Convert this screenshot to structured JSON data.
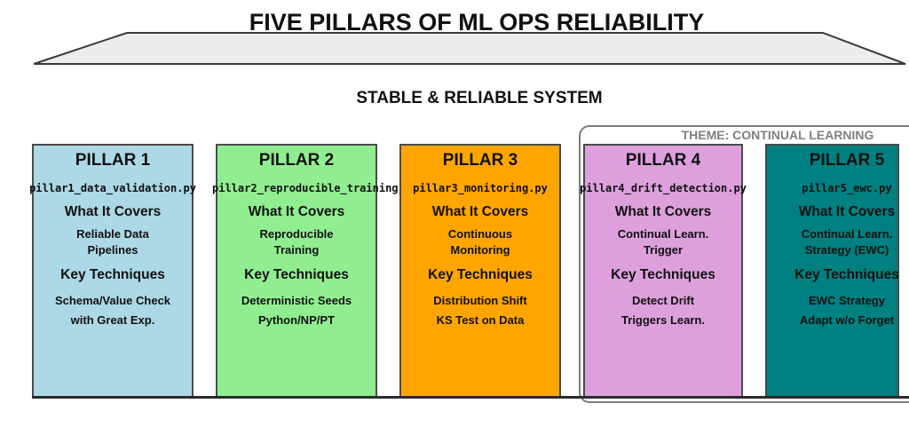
{
  "title": "FIVE PILLARS OF ML OPS RELIABILITY",
  "subtitle": "STABLE & RELIABLE SYSTEM",
  "theme": {
    "label": "THEME: CONTINUAL LEARNING",
    "border_color": "#7c7c7c",
    "label_color": "#808080"
  },
  "headings": {
    "covers": "What It Covers",
    "techniques": "Key Techniques"
  },
  "colors": {
    "roof_fill": "#ededed",
    "roof_stroke": "#3a3a3a",
    "pillar_border": "#4a4a4a",
    "ground_line": "#2b2b2b",
    "text": "#111111"
  },
  "pillars": [
    {
      "title": "PILLAR 1",
      "file": "pillar1_data_validation.py",
      "covers": [
        "Reliable Data",
        "Pipelines"
      ],
      "techniques": [
        "Schema/Value Check",
        "with Great Exp."
      ],
      "color": "#ADD8E6"
    },
    {
      "title": "PILLAR 2",
      "file": "pillar2_reproducible_training.py",
      "covers": [
        "Reproducible",
        "Training"
      ],
      "techniques": [
        "Deterministic Seeds",
        "Python/NP/PT"
      ],
      "color": "#90EE90"
    },
    {
      "title": "PILLAR 3",
      "file": "pillar3_monitoring.py",
      "covers": [
        "Continuous",
        "Monitoring"
      ],
      "techniques": [
        "Distribution Shift",
        "KS Test on Data"
      ],
      "color": "#FFA500"
    },
    {
      "title": "PILLAR 4",
      "file": "pillar4_drift_detection.py",
      "covers": [
        "Continual Learn.",
        "Trigger"
      ],
      "techniques": [
        "Detect Drift",
        "Triggers Learn."
      ],
      "color": "#DDA0DD"
    },
    {
      "title": "PILLAR 5",
      "file": "pillar5_ewc.py",
      "covers": [
        "Continual Learn.",
        "Strategy (EWC)"
      ],
      "techniques": [
        "EWC Strategy",
        "Adapt w/o Forget"
      ],
      "color": "#008080"
    }
  ]
}
